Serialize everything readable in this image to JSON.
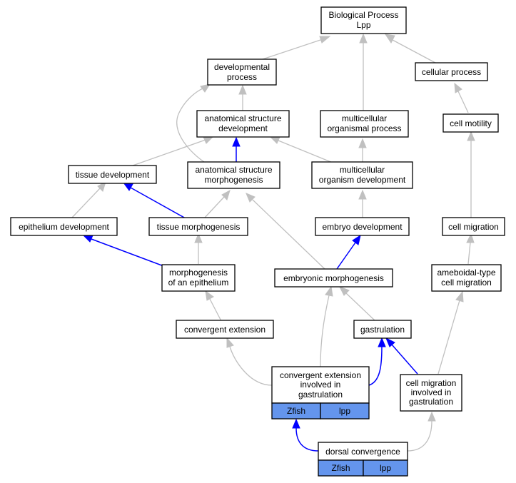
{
  "nodes": {
    "biological_process": [
      "Biological Process",
      "Lpp"
    ],
    "developmental_process": [
      "developmental",
      "process"
    ],
    "cellular_process": [
      "cellular process"
    ],
    "anatomical_structure_development": [
      "anatomical structure",
      "development"
    ],
    "multicellular_organismal_process": [
      "multicellular",
      "organismal process"
    ],
    "cell_motility": [
      "cell motility"
    ],
    "tissue_development": [
      "tissue development"
    ],
    "anatomical_structure_morphogenesis": [
      "anatomical structure",
      "morphogenesis"
    ],
    "multicellular_organism_development": [
      "multicellular",
      "organism development"
    ],
    "epithelium_development": [
      "epithelium development"
    ],
    "tissue_morphogenesis": [
      "tissue morphogenesis"
    ],
    "embryo_development": [
      "embryo development"
    ],
    "cell_migration": [
      "cell migration"
    ],
    "morphogenesis_of_an_epithelium": [
      "morphogenesis",
      "of an epithelium"
    ],
    "embryonic_morphogenesis": [
      "embryonic morphogenesis"
    ],
    "ameboidal_type_cell_migration": [
      "ameboidal-type",
      "cell migration"
    ],
    "convergent_extension": [
      "convergent extension"
    ],
    "gastrulation": [
      "gastrulation"
    ],
    "convergent_extension_involved_in_gastrulation": [
      "convergent extension",
      "involved in",
      "gastrulation"
    ],
    "cell_migration_involved_in_gastrulation": [
      "cell migration",
      "involved in",
      "gastrulation"
    ],
    "dorsal_convergence": [
      "dorsal convergence"
    ]
  },
  "annotation_cells": {
    "convergent_extension_involved_in_gastrulation": [
      "Zfish",
      "lpp"
    ],
    "dorsal_convergence": [
      "Zfish",
      "lpp"
    ]
  },
  "edge_colors": {
    "is_a": "#c0c0c0",
    "part_of": "#0000ff"
  },
  "cell_color": "#6495ed"
}
